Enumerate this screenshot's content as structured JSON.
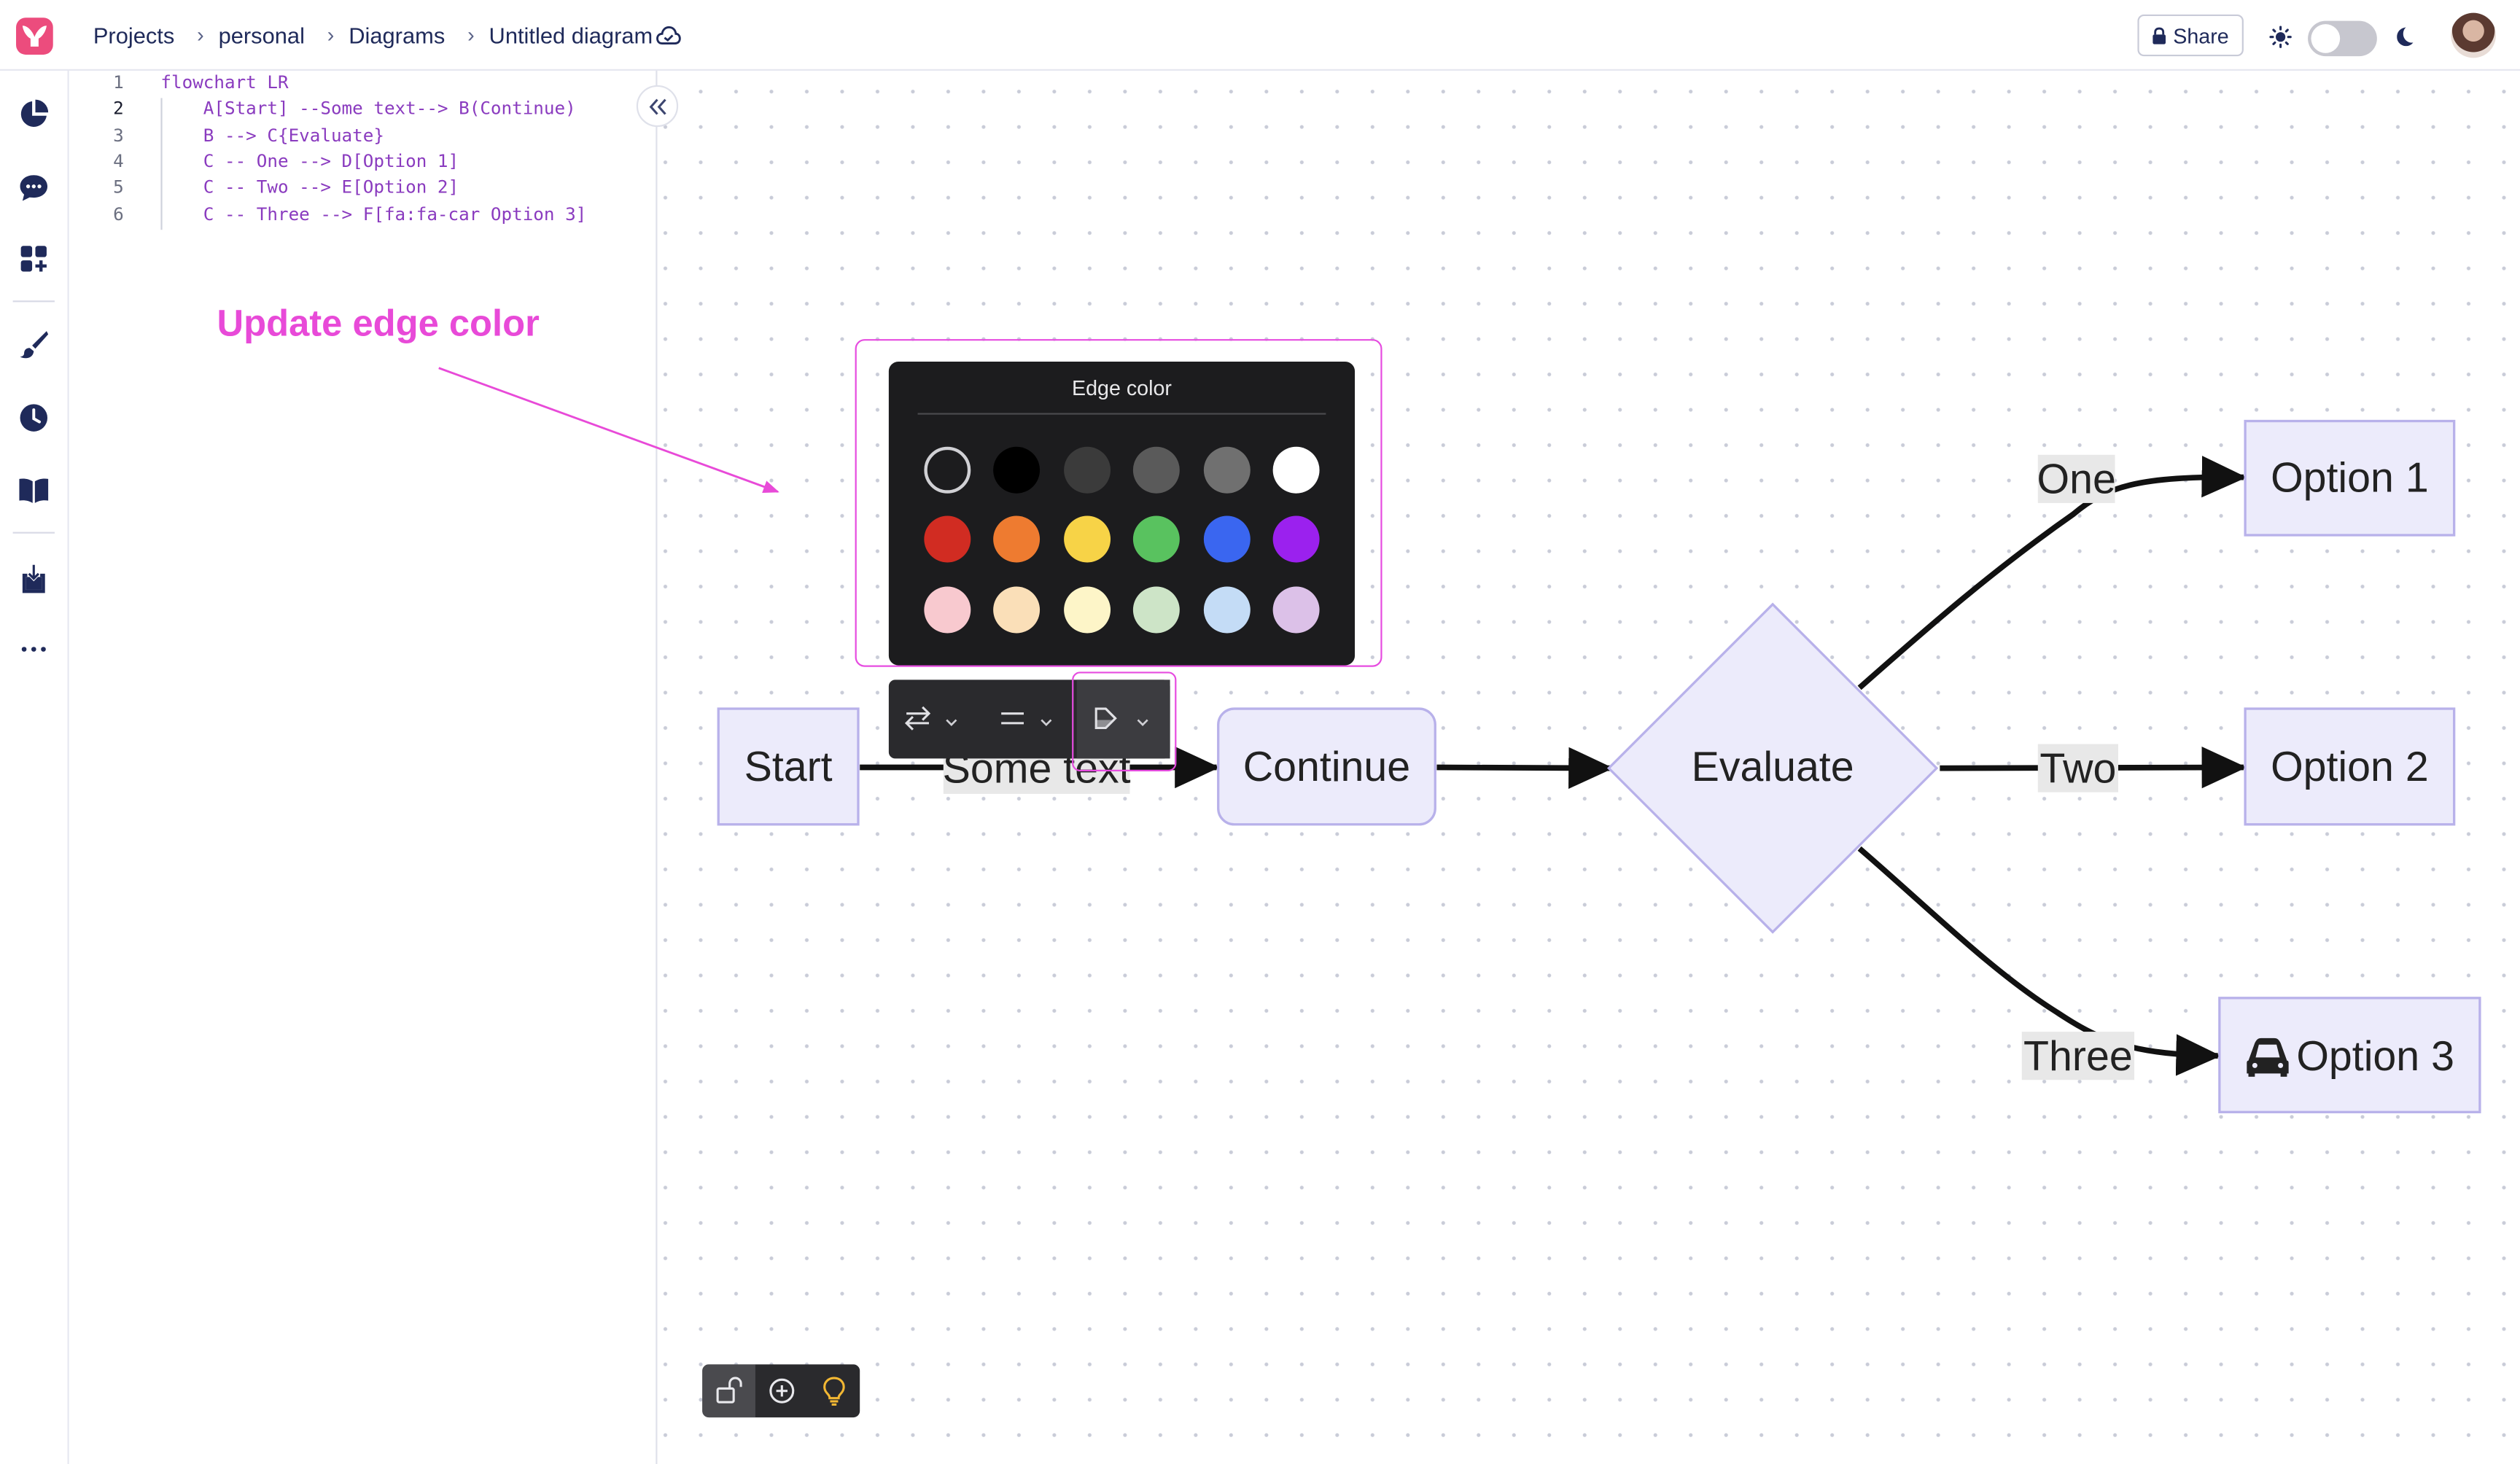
{
  "breadcrumbs": {
    "projects": "Projects",
    "personal": "personal",
    "diagrams": "Diagrams",
    "document": "Untitled diagram",
    "separator": "›"
  },
  "header": {
    "share_label": "Share",
    "theme_toggle_dark": false
  },
  "sidebar": {
    "items": [
      {
        "icon": "pie-chart-icon"
      },
      {
        "icon": "chat-icon"
      },
      {
        "icon": "add-widget-icon"
      },
      {
        "icon": "brush-icon"
      },
      {
        "icon": "clock-icon"
      },
      {
        "icon": "book-icon"
      },
      {
        "icon": "import-icon"
      },
      {
        "icon": "more-icon"
      }
    ]
  },
  "editor": {
    "active_line": 2,
    "lines": [
      {
        "n": "1",
        "text": "flowchart LR"
      },
      {
        "n": "2",
        "text": "    A[Start] --Some text--> B(Continue)"
      },
      {
        "n": "3",
        "text": "    B --> C{Evaluate}"
      },
      {
        "n": "4",
        "text": "    C -- One --> D[Option 1]"
      },
      {
        "n": "5",
        "text": "    C -- Two --> E[Option 2]"
      },
      {
        "n": "6",
        "text": "    C -- Three --> F[fa:fa-car Option 3]"
      }
    ]
  },
  "annotation": {
    "text": "Update edge color",
    "color": "#e84ad8"
  },
  "diagram": {
    "nodes": {
      "start": "Start",
      "continue": "Continue",
      "evaluate": "Evaluate",
      "option1": "Option 1",
      "option2": "Option 2",
      "option3": "Option 3"
    },
    "edge_labels": {
      "some_text": "Some text",
      "one": "One",
      "two": "Two",
      "three": "Three"
    },
    "node_fill": "#ecebfb",
    "node_stroke": "#b8b1ea"
  },
  "edge_color_popup": {
    "title": "Edge color",
    "swatches": [
      [
        "none",
        "#000000",
        "#3b3b3b",
        "#5a5a5a",
        "#707070",
        "#ffffff"
      ],
      [
        "#d12c22",
        "#ee7b30",
        "#f7d347",
        "#59c25f",
        "#3a66f0",
        "#9b21ee"
      ],
      [
        "#f8c9cf",
        "#fadfb8",
        "#fdf5c8",
        "#cde4c7",
        "#c4dcf6",
        "#dcc1e8"
      ]
    ]
  },
  "edge_toolbar": {
    "buttons": [
      "direction-swap-icon",
      "line-style-icon",
      "color-fill-icon"
    ]
  },
  "canvas_controls": {
    "buttons": [
      "unlock-icon",
      "add-icon",
      "lightbulb-icon"
    ]
  }
}
